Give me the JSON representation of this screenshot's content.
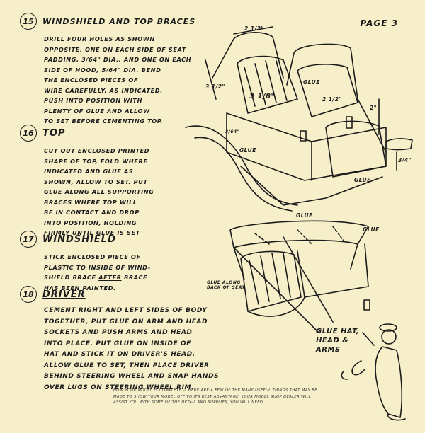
{
  "page_label": "PAGE 3",
  "steps": [
    {
      "number": "15",
      "title": "WINDSHIELD AND TOP BRACES",
      "lines": [
        "DRILL FOUR HOLES AS SHOWN",
        "OPPOSITE. ONE ON EACH SIDE OF SEAT",
        "PADDING, 3/64\" DIA., AND ONE ON EACH",
        "SIDE OF HOOD, 5/64\" DIA. BEND",
        "THE ENCLOSED PIECES OF",
        "WIRE CAREFULLY, AS INDICATED.",
        "PUSH INTO POSITION WITH",
        "PLENTY OF GLUE AND ALLOW",
        "TO SET BEFORE CEMENTING TOP."
      ]
    },
    {
      "number": "16",
      "title": "TOP",
      "lines": [
        "CUT OUT ENCLOSED PRINTED",
        "SHAPE OF TOP, FOLD WHERE",
        "INDICATED AND GLUE AS",
        "SHOWN, ALLOW TO SET. PUT",
        "GLUE ALONG ALL SUPPORTING",
        "BRACES WHERE TOP WILL",
        "BE IN CONTACT AND DROP",
        "INTO POSITION, HOLDING",
        "FIRMLY UNTIL GLUE IS SET"
      ]
    },
    {
      "number": "17",
      "title": "WINDSHIELD",
      "lines_a": "STICK ENCLOSED PIECE OF",
      "lines_b": "PLASTIC TO INSIDE OF WIND-",
      "lines_c_pre": "SHIELD BRACE ",
      "lines_c_u": "AFTER",
      "lines_c_post": " BRACE",
      "lines_d": "HAS BEEN PAINTED."
    },
    {
      "number": "18",
      "title": "DRIVER",
      "lines": [
        "CEMENT RIGHT AND LEFT SIDES OF BODY",
        "TOGETHER, PUT GLUE ON ARM AND HEAD",
        "SOCKETS AND PUSH ARMS AND HEAD",
        "INTO PLACE. PUT GLUE ON INSIDE OF",
        "HAT AND STICK IT ON DRIVER'S HEAD.",
        "ALLOW GLUE TO SET, THEN PLACE DRIVER",
        "BEHIND STEERING WHEEL AND SNAP HANDS",
        "OVER LUGS ON STEERING WHEEL RIM."
      ]
    }
  ],
  "diagram_labels": {
    "dim_top": "2 1/2\"",
    "dim_left": "3 1/2\"",
    "dim_mid": "3 1/8\"",
    "dim_small": "3/64\"",
    "glue_top": "GLUE",
    "glue_left": "GLUE",
    "dim_right_a": "2 1/2\"",
    "dim_right_b": "2\"",
    "dim_right_c": "3/4\"",
    "glue_bottom": "GLUE",
    "glue_lower_1": "GLUE",
    "glue_lower_2": "GLUE",
    "glue_seat": "GLUE ALONG BACK OF SEAT",
    "glue_hat": "GLUE HAT, HEAD & ARMS"
  },
  "footer": "NOW YOUR MODEL IS COMPLETE — HERE ARE A FEW OF THE MANY USEFUL THINGS THAT MAY BE MADE TO SHOW YOUR MODEL OFF TO ITS BEST ADVANTAGE. YOUR MODEL SHOP DEALER WILL ASSIST YOU WITH SOME OF THE DETAIL AND SUPPLIES, YOU WILL NEED.",
  "colors": {
    "paper": "#f6efc9",
    "ink": "#1b1b1b"
  }
}
